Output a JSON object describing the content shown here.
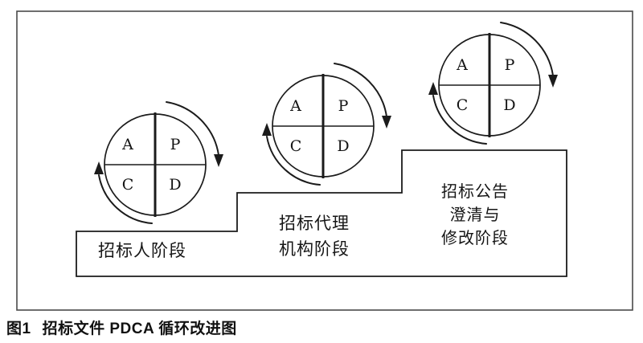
{
  "figure": {
    "caption": {
      "label": "图1",
      "title": "招标文件 PDCA 循环改进图"
    },
    "cycles": [
      {
        "quadrants": [
          "A",
          "P",
          "C",
          "D"
        ]
      },
      {
        "quadrants": [
          "A",
          "P",
          "C",
          "D"
        ]
      },
      {
        "quadrants": [
          "A",
          "P",
          "C",
          "D"
        ]
      }
    ],
    "steps": [
      {
        "lines": [
          "招标人阶段"
        ]
      },
      {
        "lines": [
          "招标代理",
          "机构阶段"
        ]
      },
      {
        "lines": [
          "招标公告",
          "澄清与",
          "修改阶段"
        ]
      }
    ],
    "colors": {
      "ink": "#1b1b1b",
      "frame": "#4a4a4a",
      "background": "#ffffff"
    }
  }
}
